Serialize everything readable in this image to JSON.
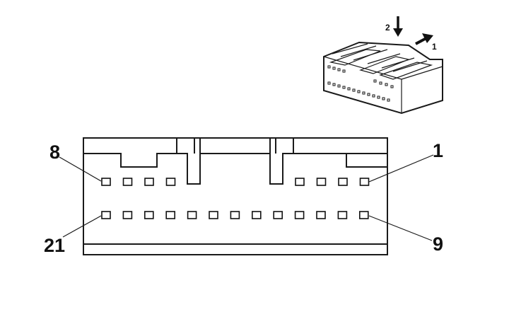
{
  "pin_labels": {
    "top_left": "8",
    "top_right": "1",
    "bottom_left": "21",
    "bottom_right": "9"
  },
  "arrow_labels": {
    "down": "2",
    "side": "1"
  },
  "pin_rows": {
    "top_left_count": 4,
    "top_right_count": 4,
    "bottom_count": 13
  }
}
